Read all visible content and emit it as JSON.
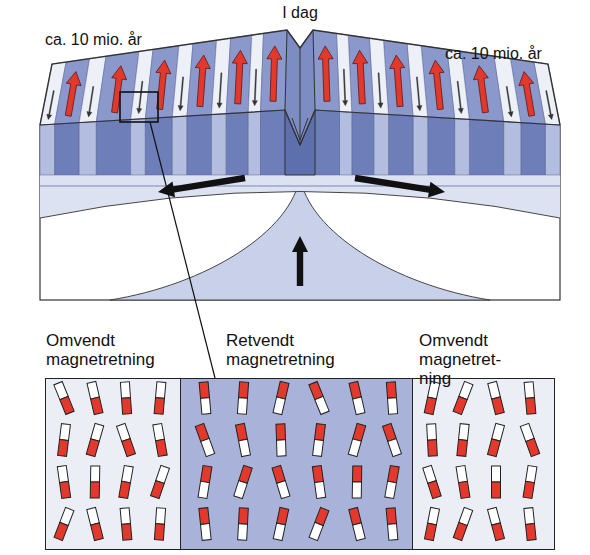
{
  "diagram": {
    "nodes": [
      {
        "text": [
          "Omvendt magnetretning"
        ]
      },
      {
        "text": [
          "Retvendt magnetretning"
        ]
      },
      {
        "text": [
          "Omvendt magnetret- ning"
        ]
      }
    ],
    "labels": [
      "ca. 10 mio. år",
      "I dag",
      "ca. 10 mio. år"
    ]
  }
}
